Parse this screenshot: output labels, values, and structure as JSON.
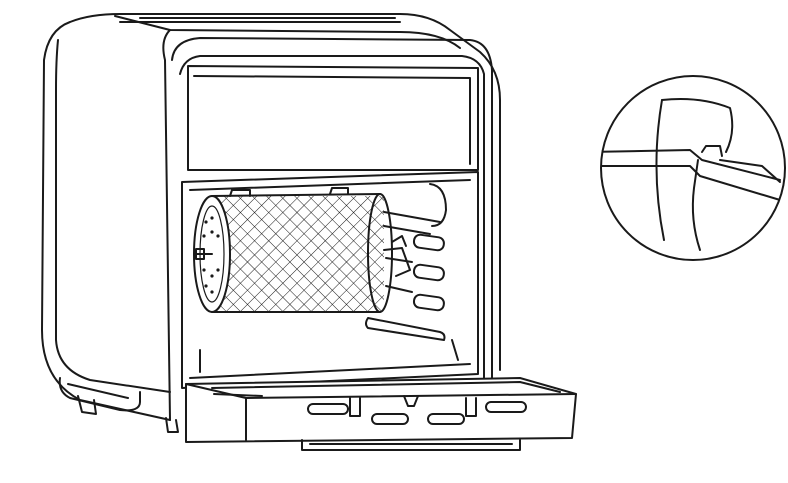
{
  "figure": {
    "subject": "air-fryer-oven",
    "components": [
      "housing",
      "door-opening",
      "rotisserie-mesh-basket",
      "drip-tray",
      "detail-magnifier"
    ]
  },
  "colors": {
    "line": "#1a1a1a",
    "background": "#ffffff"
  }
}
